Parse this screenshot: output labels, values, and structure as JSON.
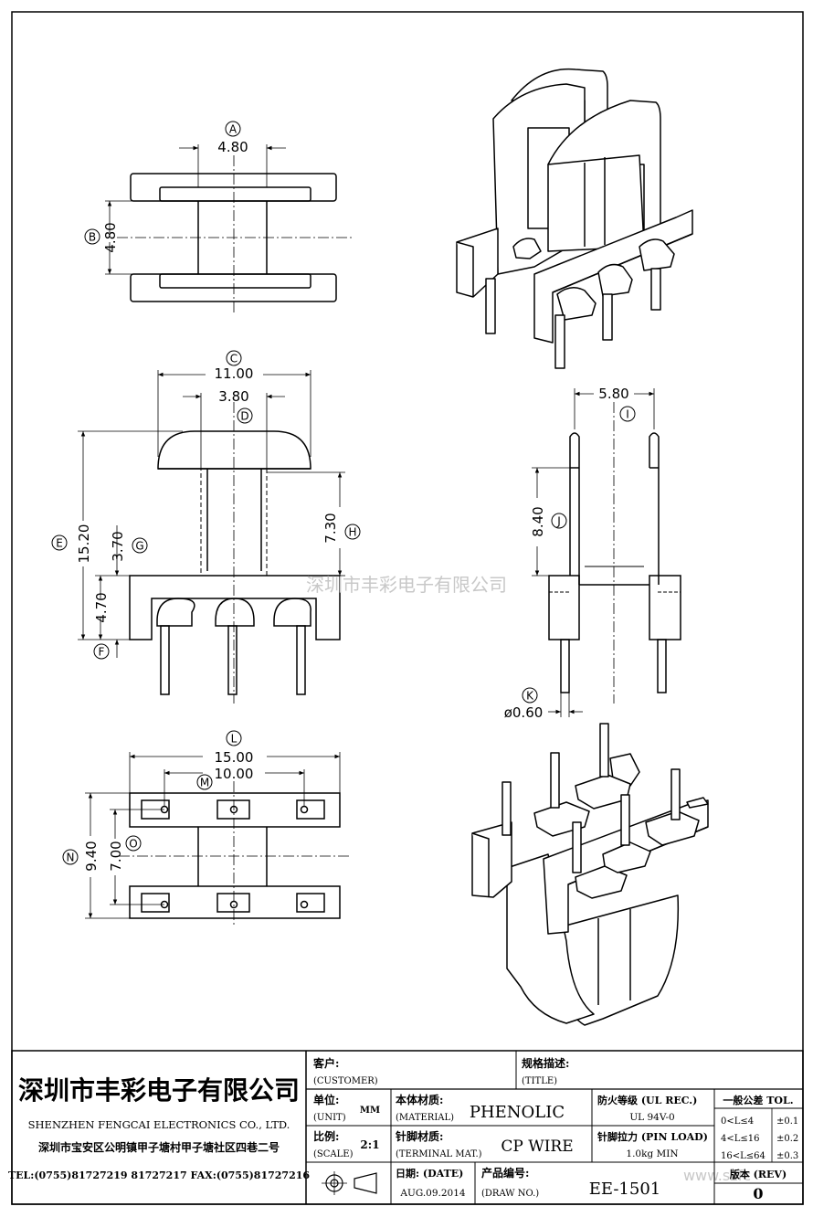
{
  "dimensions": {
    "A": {
      "letter": "A",
      "value": "4.80"
    },
    "B": {
      "letter": "B",
      "value": "4.80"
    },
    "C": {
      "letter": "C",
      "value": "11.00"
    },
    "D": {
      "letter": "D",
      "value": "3.80"
    },
    "E": {
      "letter": "E",
      "value": "15.20"
    },
    "F": {
      "letter": "F",
      "value": "4.70"
    },
    "G": {
      "letter": "G",
      "value": "3.70"
    },
    "H": {
      "letter": "H",
      "value": "7.30"
    },
    "I": {
      "letter": "I",
      "value": "5.80"
    },
    "J": {
      "letter": "J",
      "value": "8.40"
    },
    "K": {
      "letter": "K",
      "value": "ø0.60"
    },
    "L": {
      "letter": "L",
      "value": "15.00"
    },
    "M": {
      "letter": "M",
      "value": "10.00"
    },
    "N": {
      "letter": "N",
      "value": "9.40"
    },
    "O": {
      "letter": "O",
      "value": "7.00"
    }
  },
  "watermark": "深圳市丰彩电子有限公司",
  "watermark_url": "www.szfc",
  "title_block": {
    "company_cn": "深圳市丰彩电子有限公司",
    "company_en": "SHENZHEN FENGCAI ELECTRONICS CO., LTD.",
    "address": "深圳市宝安区公明镇甲子塘村甲子塘社区四巷二号",
    "contact": "TEL:(0755)81727219  81727217   FAX:(0755)81727216",
    "customer_cn": "客户:",
    "customer_en": "(CUSTOMER)",
    "title_cn": "规格描述:",
    "title_en": "(TITLE)",
    "unit_cn": "单位:",
    "unit_en": "(UNIT)",
    "unit_value": "MM",
    "material_cn": "本体材质:",
    "material_en": "(MATERIAL)",
    "material_value": "PHENOLIC",
    "ul_label": "防火等级 (UL REC.)",
    "ul_value": "UL 94V-0",
    "scale_cn": "比例:",
    "scale_en": "(SCALE)",
    "scale_value": "2:1",
    "terminal_cn": "针脚材质:",
    "terminal_en": "(TERMINAL MAT.)",
    "terminal_value": "CP WIRE",
    "pin_load_label": "针脚拉力 (PIN LOAD)",
    "pin_load_value": "1.0kg MIN",
    "date_label": "日期: (DATE)",
    "date_value": "AUG.09.2014",
    "drawno_cn": "产品编号:",
    "drawno_en": "(DRAW NO.)",
    "drawno_value": "EE-1501",
    "tol_header": "一般公差 TOL.",
    "tol_rows": [
      {
        "range": "0<L≤4",
        "tol": "±0.1"
      },
      {
        "range": "4<L≤16",
        "tol": "±0.2"
      },
      {
        "range": "16<L≤64",
        "tol": "±0.3"
      }
    ],
    "rev_label": "版本 (REV)",
    "rev_value": "0"
  }
}
